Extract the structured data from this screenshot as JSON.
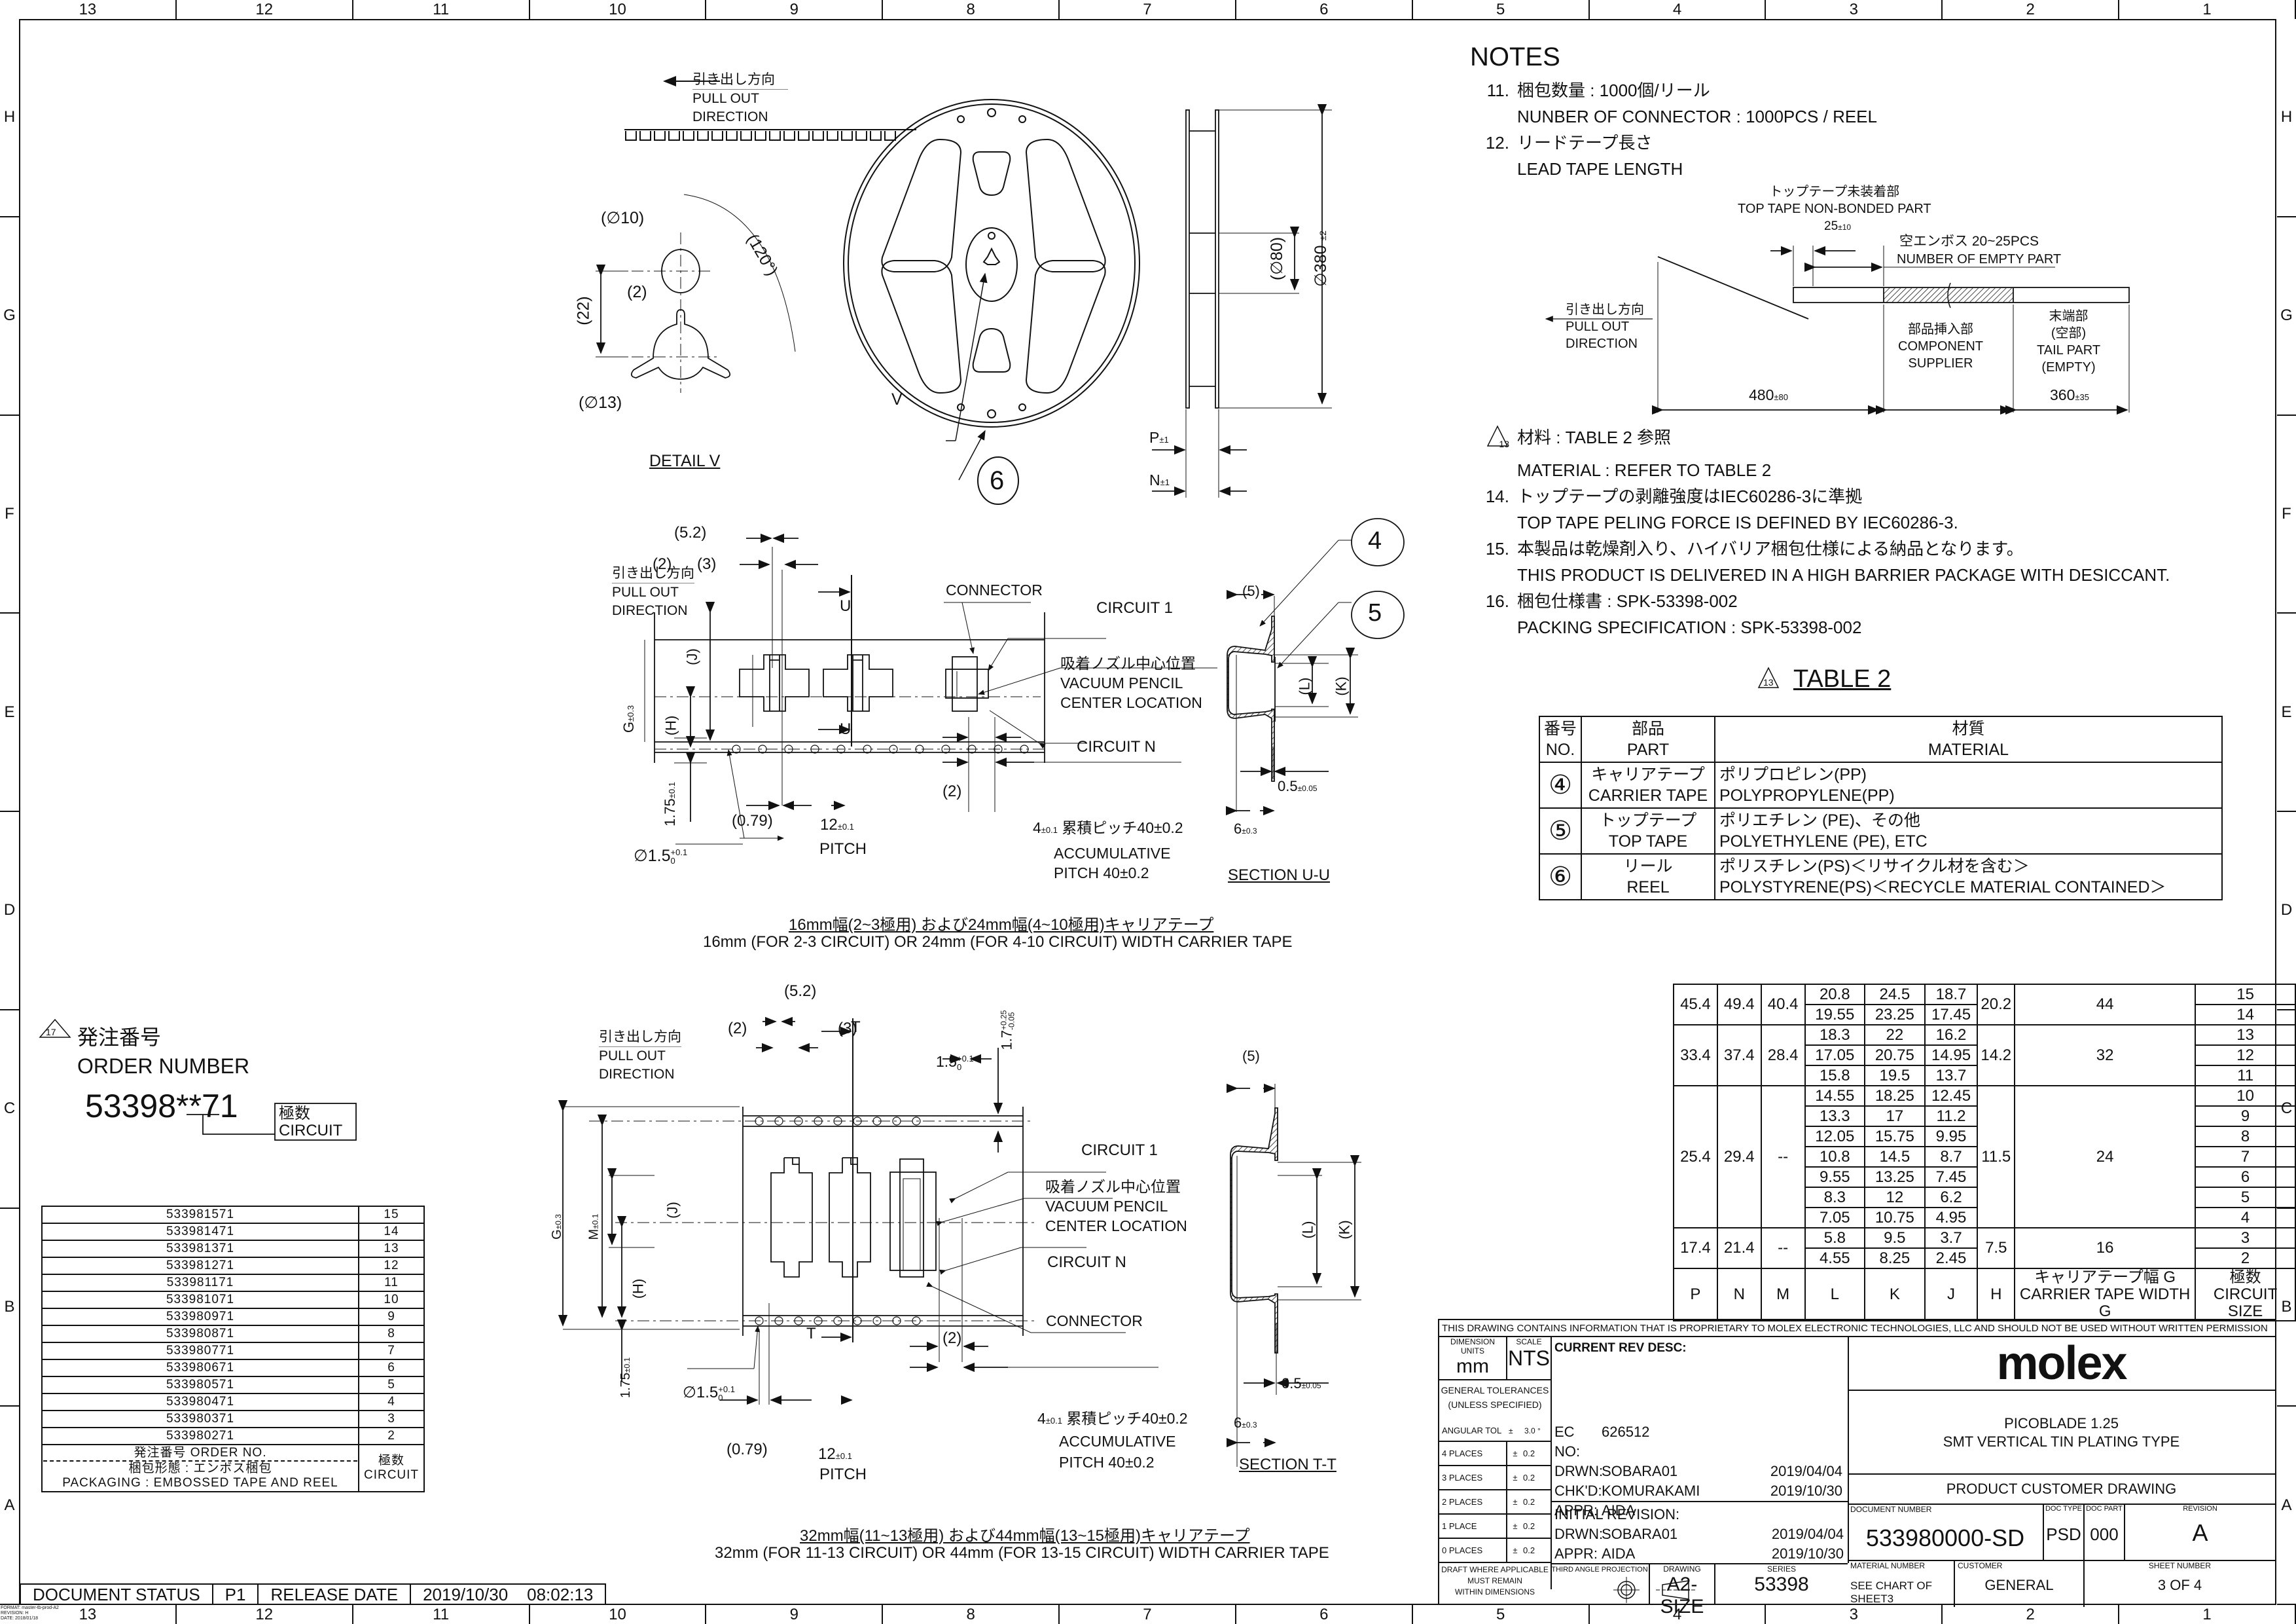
{
  "border": {
    "columns": [
      "13",
      "12",
      "11",
      "10",
      "9",
      "8",
      "7",
      "6",
      "5",
      "4",
      "3",
      "2",
      "1"
    ],
    "rows": [
      "H",
      "G",
      "F",
      "E",
      "D",
      "C",
      "B",
      "A"
    ],
    "format_note": [
      "FORMAT: master-tb-prod-A2",
      "REVISION: H",
      "DATE: 2018/01/18"
    ]
  },
  "reel_view": {
    "pull_out": {
      "jp": "引き出し方向",
      "en1": "PULL OUT",
      "en2": "DIRECTION"
    },
    "detail_v": {
      "title": "DETAIL V",
      "d10": "(∅10)",
      "d13": "(∅13)",
      "dim22": "(22)",
      "dim2": "(2)",
      "angle": "(120°)"
    },
    "reel_label_v": "V",
    "balloon": "6",
    "side": {
      "d80": "(∅80)",
      "d380": "∅380",
      "d380_tol": "±2",
      "p": "P",
      "p_tol": "±1",
      "n": "N",
      "n_tol": "±1"
    }
  },
  "tape16": {
    "pull_out": {
      "jp": "引き出し方向",
      "en1": "PULL OUT",
      "en2": "DIRECTION"
    },
    "dims": {
      "d52": "(5.2)",
      "d2": "(2)",
      "d3": "(3)",
      "j": "(J)",
      "h": "(H)",
      "g": "G",
      "g_tol": "±0.3",
      "d175": "1.75",
      "d175_tol": "±0.1",
      "d079": "(0.79)",
      "pitch12": "12",
      "pitch12_tol": "±0.1",
      "pitch": "PITCH",
      "hole": "∅1.5",
      "hole_tol_plus": "+0.1",
      "hole_tol_minus": "0",
      "d2b": "(2)",
      "d4": "4",
      "d4_tol": "±0.1",
      "accum_jp": "累積ピッチ40±0.2",
      "accum1": "ACCUMULATIVE",
      "accum2": "PITCH 40±0.2",
      "u": "U"
    },
    "labels": {
      "connector": "CONNECTOR",
      "circuit1": "CIRCUIT 1",
      "vac_jp": "吸着ノズル中心位置",
      "vac1": "VACUUM PENCIL",
      "vac2": "CENTER LOCATION",
      "circuitn": "CIRCUIT N"
    },
    "section": {
      "title": "SECTION U-U",
      "d5": "(5)",
      "l": "(L)",
      "k": "(K)",
      "t05": "0.5",
      "t05_tol": "±0.05",
      "d6": "6",
      "d6_tol": "±0.3",
      "balloon4": "4",
      "balloon5": "5"
    },
    "caption_jp": "16mm幅(2~3極用) および24mm幅(4~10極用)キャリアテープ",
    "caption_en": "16mm (FOR 2-3 CIRCUIT) OR 24mm (FOR 4-10 CIRCUIT) WIDTH CARRIER TAPE"
  },
  "tape32": {
    "pull_out": {
      "jp": "引き出し方向",
      "en1": "PULL OUT",
      "en2": "DIRECTION"
    },
    "dims": {
      "d52": "(5.2)",
      "d2": "(2)",
      "d3": "(3)",
      "d15": "1.5",
      "d15_tol_plus": "+0.1",
      "d15_tol_minus": "0",
      "d17": "1.7",
      "d17_tol_plus": "+0.25",
      "d17_tol_minus": "-0.05",
      "j": "(J)",
      "h": "(H)",
      "g": "G",
      "g_tol": "±0.3",
      "m": "M",
      "m_tol": "±0.1",
      "d175": "1.75",
      "d175_tol": "±0.1",
      "d079": "(0.79)",
      "pitch12": "12",
      "pitch12_tol": "±0.1",
      "pitch": "PITCH",
      "hole": "∅1.5",
      "hole_tol_plus": "+0.1",
      "hole_tol_minus": "0",
      "d2b": "(2)",
      "d4": "4",
      "d4_tol": "±0.1",
      "accum_jp": "累積ピッチ40±0.2",
      "accum1": "ACCUMULATIVE",
      "accum2": "PITCH 40±0.2",
      "t": "T"
    },
    "labels": {
      "circuit1": "CIRCUIT 1",
      "vac_jp": "吸着ノズル中心位置",
      "vac1": "VACUUM PENCIL",
      "vac2": "CENTER LOCATION",
      "circuitn": "CIRCUIT N",
      "connector": "CONNECTOR"
    },
    "section": {
      "title": "SECTION T-T",
      "d5": "(5)",
      "l": "(L)",
      "k": "(K)",
      "t05": "0.5",
      "t05_tol": "±0.05",
      "d6": "6",
      "d6_tol": "±0.3"
    },
    "caption_jp": "32mm幅(11~13極用) および44mm幅(13~15極用)キャリアテープ",
    "caption_en": "32mm (FOR 11-13 CIRCUIT) OR 44mm (FOR 13-15 CIRCUIT) WIDTH CARRIER TAPE"
  },
  "notes": {
    "title": "NOTES",
    "items": [
      {
        "num": "11.",
        "jp": "梱包数量 : 1000個/リール",
        "en": "NUNBER OF CONNECTOR : 1000PCS / REEL"
      },
      {
        "num": "12.",
        "jp": "リードテープ長さ",
        "en": "LEAD TAPE LENGTH"
      },
      {
        "num": "13",
        "jp": "材料 : TABLE 2 参照",
        "en": "MATERIAL : REFER TO TABLE 2",
        "delta": true
      },
      {
        "num": "14.",
        "jp": "トップテープの剥離強度はIEC60286-3に準拠",
        "en": "TOP TAPE PELING FORCE IS DEFINED BY IEC60286-3."
      },
      {
        "num": "15.",
        "jp": "本製品は乾燥剤入り、ハイバリア梱包仕様による納品となります。",
        "en": "THIS PRODUCT IS DELIVERED IN A HIGH BARRIER PACKAGE WITH DESICCANT."
      },
      {
        "num": "16.",
        "jp": "梱包仕様書 : SPK-53398-002",
        "en": "PACKING SPECIFICATION : SPK-53398-002"
      }
    ],
    "lead_tape": {
      "nonbonded_jp": "トップテープ未装着部",
      "nonbonded_en": "TOP TAPE NON-BONDED PART",
      "d25": "25",
      "d25_tol": "±10",
      "empty_jp": "空エンボス 20~25PCS",
      "empty_en": "NUMBER OF EMPTY PART",
      "pull_jp": "引き出し方向",
      "pull_en1": "PULL OUT",
      "pull_en2": "DIRECTION",
      "comp_jp": "部品挿入部",
      "comp_en1": "COMPONENT",
      "comp_en2": "SUPPLIER",
      "tail_jp1": "末端部",
      "tail_jp2": "(空部)",
      "tail_en1": "TAIL PART",
      "tail_en2": "(EMPTY)",
      "d480": "480",
      "d480_tol": "±80",
      "d360": "360",
      "d360_tol": "±35"
    }
  },
  "table2": {
    "delta": "13",
    "title": "TABLE 2",
    "headers": [
      {
        "jp": "番号",
        "en": "NO."
      },
      {
        "jp": "部品",
        "en": "PART"
      },
      {
        "jp": "材質",
        "en": "MATERIAL"
      }
    ],
    "rows": [
      {
        "no": "④",
        "part_jp": "キャリアテープ",
        "part_en": "CARRIER TAPE",
        "mat_jp": "ポリプロピレン(PP)",
        "mat_en": "POLYPROPYLENE(PP)"
      },
      {
        "no": "⑤",
        "part_jp": "トップテープ",
        "part_en": "TOP TAPE",
        "mat_jp": "ポリエチレン (PE)、その他",
        "mat_en": "POLYETHYLENE (PE), ETC"
      },
      {
        "no": "⑥",
        "part_jp": "リール",
        "part_en": "REEL",
        "mat_jp": "ポリスチレン(PS)＜リサイクル材を含む＞",
        "mat_en": "POLYSTYRENE(PS)＜RECYCLE MATERIAL CONTAINED＞"
      }
    ]
  },
  "dim_table": {
    "headers": {
      "p": "P",
      "n": "N",
      "m": "M",
      "l": "L",
      "k": "K",
      "j": "J",
      "h": "H",
      "g_jp": "キャリアテープ幅 G",
      "g_en": "CARRIER TAPE WIDTH G",
      "c_jp": "極数",
      "c_en": "CIRCUIT SIZE"
    },
    "groups": [
      {
        "p": "45.4",
        "n": "49.4",
        "m": "40.4",
        "h": "20.2",
        "g": "44",
        "rows": [
          {
            "l": "20.8",
            "k": "24.5",
            "j": "18.7",
            "c": "15"
          },
          {
            "l": "19.55",
            "k": "23.25",
            "j": "17.45",
            "c": "14"
          }
        ]
      },
      {
        "p": "33.4",
        "n": "37.4",
        "m": "28.4",
        "h": "14.2",
        "g": "32",
        "rows": [
          {
            "l": "18.3",
            "k": "22",
            "j": "16.2",
            "c": "13"
          },
          {
            "l": "17.05",
            "k": "20.75",
            "j": "14.95",
            "c": "12"
          },
          {
            "l": "15.8",
            "k": "19.5",
            "j": "13.7",
            "c": "11"
          }
        ]
      },
      {
        "p": "25.4",
        "n": "29.4",
        "m": "--",
        "h": "11.5",
        "g": "24",
        "rows": [
          {
            "l": "14.55",
            "k": "18.25",
            "j": "12.45",
            "c": "10"
          },
          {
            "l": "13.3",
            "k": "17",
            "j": "11.2",
            "c": "9"
          },
          {
            "l": "12.05",
            "k": "15.75",
            "j": "9.95",
            "c": "8"
          },
          {
            "l": "10.8",
            "k": "14.5",
            "j": "8.7",
            "c": "7"
          },
          {
            "l": "9.55",
            "k": "13.25",
            "j": "7.45",
            "c": "6"
          },
          {
            "l": "8.3",
            "k": "12",
            "j": "6.2",
            "c": "5"
          },
          {
            "l": "7.05",
            "k": "10.75",
            "j": "4.95",
            "c": "4"
          }
        ]
      },
      {
        "p": "17.4",
        "n": "21.4",
        "m": "--",
        "h": "7.5",
        "g": "16",
        "rows": [
          {
            "l": "5.8",
            "k": "9.5",
            "j": "3.7",
            "c": "3"
          },
          {
            "l": "4.55",
            "k": "8.25",
            "j": "2.45",
            "c": "2"
          }
        ]
      }
    ]
  },
  "order": {
    "delta": "17",
    "title_jp": "発注番号",
    "title_en": "ORDER NUMBER",
    "pattern": "53398**71",
    "circuit_jp": "極数",
    "circuit_en": "CIRCUIT",
    "rows": [
      {
        "no": "533981571",
        "c": "15"
      },
      {
        "no": "533981471",
        "c": "14"
      },
      {
        "no": "533981371",
        "c": "13"
      },
      {
        "no": "533981271",
        "c": "12"
      },
      {
        "no": "533981171",
        "c": "11"
      },
      {
        "no": "533981071",
        "c": "10"
      },
      {
        "no": "533980971",
        "c": "9"
      },
      {
        "no": "533980871",
        "c": "8"
      },
      {
        "no": "533980771",
        "c": "7"
      },
      {
        "no": "533980671",
        "c": "6"
      },
      {
        "no": "533980571",
        "c": "5"
      },
      {
        "no": "533980471",
        "c": "4"
      },
      {
        "no": "533980371",
        "c": "3"
      },
      {
        "no": "533980271",
        "c": "2"
      }
    ],
    "footer_order": "発注番号 ORDER NO.",
    "footer_pkg_jp": "梱包形態 : エンボス梱包",
    "footer_pkg_en": "PACKAGING : EMBOSSED TAPE AND REEL",
    "footer_circuit_jp": "極数",
    "footer_circuit_en": "CIRCUIT"
  },
  "doc_status": {
    "label": "DOCUMENT STATUS",
    "value": "P1",
    "release_label": "RELEASE DATE",
    "release_value": "2019/10/30",
    "time": "08:02:13"
  },
  "title_block": {
    "proprietary": "THIS DRAWING CONTAINS INFORMATION THAT IS PROPRIETARY TO MOLEX ELECTRONIC TECHNOLOGIES, LLC AND SHOULD NOT BE USED WITHOUT WRITTEN PERMISSION",
    "dim_units_label": "DIMENSION UNITS",
    "dim_units": "mm",
    "scale_label": "SCALE",
    "scale": "NTS",
    "gen_tol1": "GENERAL TOLERANCES",
    "gen_tol2": "(UNLESS SPECIFIED)",
    "tolerances": [
      {
        "label": "ANGULAR TOL",
        "pm": "±",
        "val": "3.0 °"
      },
      {
        "label": "4 PLACES",
        "pm": "±",
        "val": "0.2"
      },
      {
        "label": "3 PLACES",
        "pm": "±",
        "val": "0.2"
      },
      {
        "label": "2 PLACES",
        "pm": "±",
        "val": "0.2"
      },
      {
        "label": "1 PLACE",
        "pm": "±",
        "val": "0.2"
      },
      {
        "label": "0 PLACES",
        "pm": "±",
        "val": "0.2"
      }
    ],
    "draft1": "DRAFT WHERE APPLICABLE",
    "draft2": "MUST REMAIN",
    "draft3": "WITHIN DIMENSIONS",
    "current_rev": "CURRENT REV DESC:",
    "ec_label": "EC NO:",
    "ec_value": "626512",
    "drwn_label": "DRWN:",
    "drwn_value": "SOBARA01",
    "drwn_date": "2019/04/04",
    "chkd_label": "CHK'D:",
    "chkd_value": "KOMURAKAMI",
    "chkd_date": "2019/10/30",
    "appr_label": "APPR:",
    "appr_value": "AIDA",
    "appr_date": "2019/10/30",
    "initial_rev": "INITIAL REVISION:",
    "init_drwn_label": "DRWN:",
    "init_drwn_value": "SOBARA01",
    "init_drwn_date": "2019/04/04",
    "init_appr_label": "APPR:",
    "init_appr_value": "AIDA",
    "init_appr_date": "2019/10/30",
    "projection_label": "THIRD ANGLE PROJECTION",
    "drawing_label": "DRAWING",
    "drawing_value": "A2-SIZE",
    "series_label": "SERIES",
    "series_value": "53398",
    "logo": "molex",
    "product1": "PICOBLADE 1.25",
    "product2": "SMT VERTICAL TIN PLATING TYPE",
    "drawing_type": "PRODUCT CUSTOMER DRAWING",
    "docnum_label": "DOCUMENT NUMBER",
    "docnum": "533980000-SD",
    "doctype_label": "DOC TYPE",
    "doctype": "PSD",
    "docpart_label": "DOC PART",
    "docpart": "000",
    "revision_label": "REVISION",
    "revision": "A",
    "material_label": "MATERIAL NUMBER",
    "material": "SEE CHART OF SHEET3",
    "customer_label": "CUSTOMER",
    "customer": "GENERAL",
    "sheet_label": "SHEET NUMBER",
    "sheet": "3 OF 4"
  }
}
